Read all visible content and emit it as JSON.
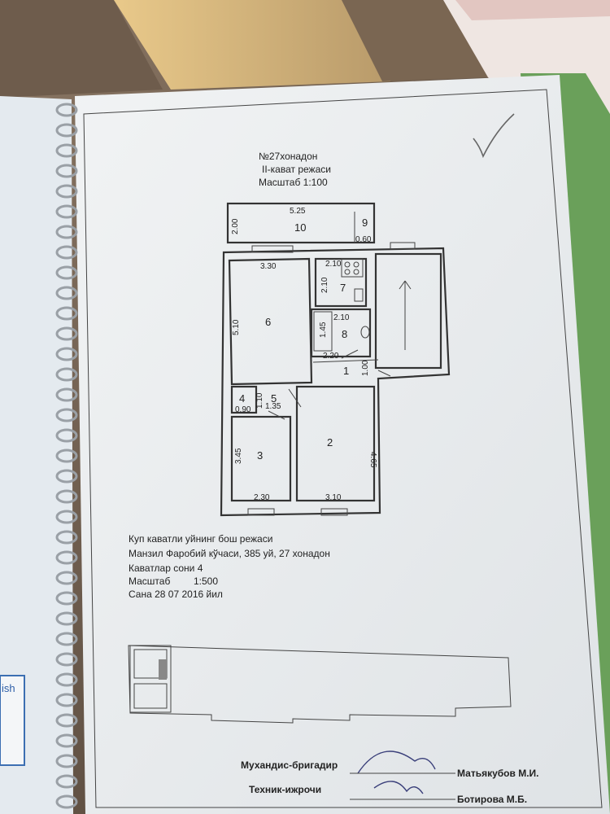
{
  "header": {
    "apartment": "№27хонадон",
    "floor": "II-кават режаси",
    "scale": "Масштаб 1:100"
  },
  "rooms": [
    {
      "id": "1",
      "label": "1"
    },
    {
      "id": "2",
      "label": "2"
    },
    {
      "id": "3",
      "label": "3"
    },
    {
      "id": "4",
      "label": "4"
    },
    {
      "id": "5",
      "label": "5"
    },
    {
      "id": "6",
      "label": "6"
    },
    {
      "id": "7",
      "label": "7"
    },
    {
      "id": "8",
      "label": "8"
    },
    {
      "id": "9",
      "label": "9"
    },
    {
      "id": "10",
      "label": "10"
    }
  ],
  "dimensions": {
    "balcony_length": "5.25",
    "balcony_width": "2.00",
    "r9_width": "0.60",
    "r6_width": "3.30",
    "r6_length": "5.10",
    "r7_width": "2.10",
    "r7_length": "2.10",
    "r8_width": "2.10",
    "r8_bath": "1.45",
    "r8_length": "2.20",
    "r1_width": "1.00",
    "r4_width": "0.90",
    "r5_width": "1.10",
    "r5_length": "1.35",
    "r3_length": "3.45",
    "r3_width": "2.30",
    "r2_width": "3.10",
    "r2_length": "4.65"
  },
  "info": {
    "line1": "Куп каватли уйнинг бош режаси",
    "line2": "Манзил Фаробий кўчаси, 385 уй, 27 хонадон",
    "line3": "Каватлар сони 4",
    "scale_label": "Масштаб",
    "scale_value": "1:500",
    "date": "Сана 28 07  2016 йил"
  },
  "signatures": {
    "engineer_title": "Мухандис-бригадир",
    "engineer_name": "Матьякубов М.И.",
    "technician_title": "Техник-ижрочи",
    "technician_name": "Ботирова М.Б."
  },
  "left_page": {
    "fragment": "ish"
  }
}
